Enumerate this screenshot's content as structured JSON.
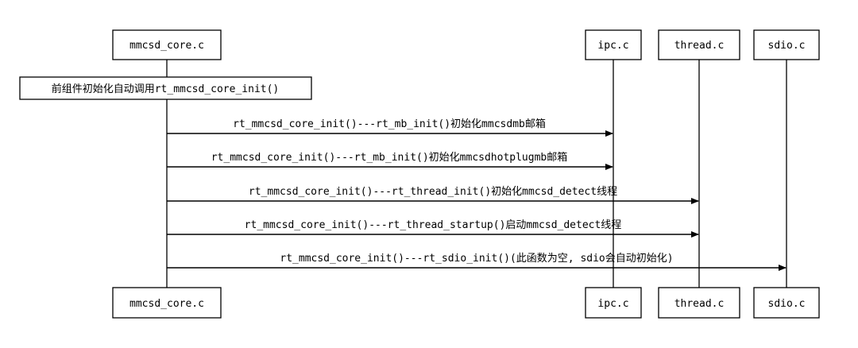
{
  "participants": [
    {
      "id": "mmcsd",
      "label": "mmcsd_core.c"
    },
    {
      "id": "ipc",
      "label": "ipc.c"
    },
    {
      "id": "thread",
      "label": "thread.c"
    },
    {
      "id": "sdio",
      "label": "sdio.c"
    }
  ],
  "note": "前组件初始化自动调用rt_mmcsd_core_init()",
  "messages": [
    {
      "from": "mmcsd",
      "to": "ipc",
      "label": "rt_mmcsd_core_init()---rt_mb_init()初始化mmcsdmb邮箱"
    },
    {
      "from": "mmcsd",
      "to": "ipc",
      "label": "rt_mmcsd_core_init()---rt_mb_init()初始化mmcsdhotplugmb邮箱"
    },
    {
      "from": "mmcsd",
      "to": "thread",
      "label": "rt_mmcsd_core_init()---rt_thread_init()初始化mmcsd_detect线程"
    },
    {
      "from": "mmcsd",
      "to": "thread",
      "label": "rt_mmcsd_core_init()---rt_thread_startup()启动mmcsd_detect线程"
    },
    {
      "from": "mmcsd",
      "to": "sdio",
      "label": "rt_mmcsd_core_init()---rt_sdio_init()(此函数为空, sdio会自动初始化)"
    }
  ]
}
